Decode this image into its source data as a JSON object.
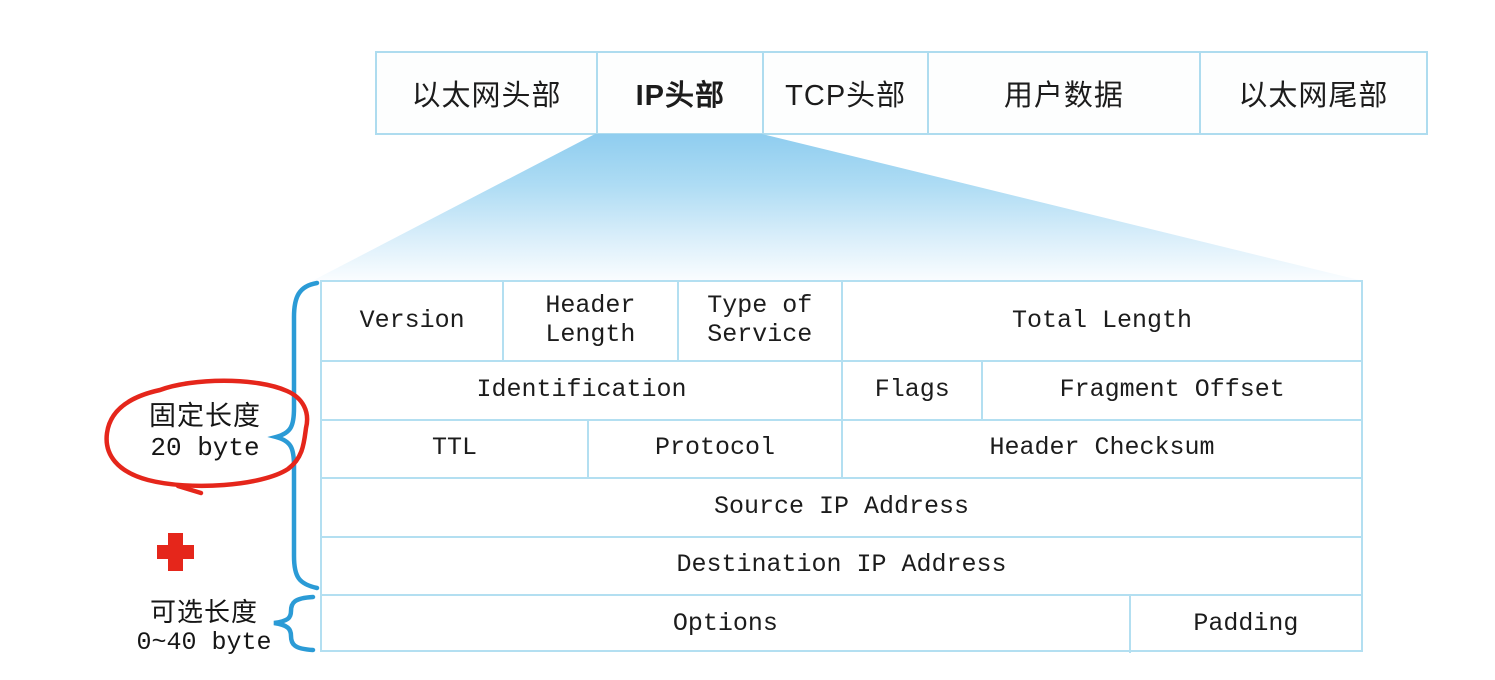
{
  "packet_bar": {
    "cells": [
      {
        "label": "以太网头部"
      },
      {
        "label": "IP头部"
      },
      {
        "label": "TCP头部"
      },
      {
        "label": "用户数据"
      },
      {
        "label": "以太网尾部"
      }
    ],
    "highlighted_cell": "IP头部"
  },
  "ip_table": {
    "rows": [
      {
        "cells": [
          "Version",
          "Header Length",
          "Type of Service",
          "Total Length"
        ]
      },
      {
        "cells": [
          "Identification",
          "Flags",
          "Fragment Offset"
        ]
      },
      {
        "cells": [
          "TTL",
          "Protocol",
          "Header Checksum"
        ]
      },
      {
        "cells": [
          "Source IP Address"
        ]
      },
      {
        "cells": [
          "Destination IP Address"
        ]
      },
      {
        "cells": [
          "Options",
          "Padding"
        ]
      }
    ]
  },
  "annotations": {
    "fixed_length": {
      "line1": "固定长度",
      "line2": "20 byte"
    },
    "optional_length": {
      "line1": "可选长度",
      "line2": "0~40 byte"
    },
    "plus_icon": "red-plus-icon",
    "circle_icon": "red-circle-annotation",
    "fixed_brace_icon": "curly-brace-rows-1-5",
    "optional_brace_icon": "curly-brace-row-6"
  },
  "colors": {
    "cell_border": "#aedcef",
    "table_border": "#b3dff1",
    "brace_blue": "#2b9bd6",
    "annotation_red": "#e5261b",
    "funnel_top": "#8fcdef",
    "funnel_bottom": "#fbfdff"
  }
}
